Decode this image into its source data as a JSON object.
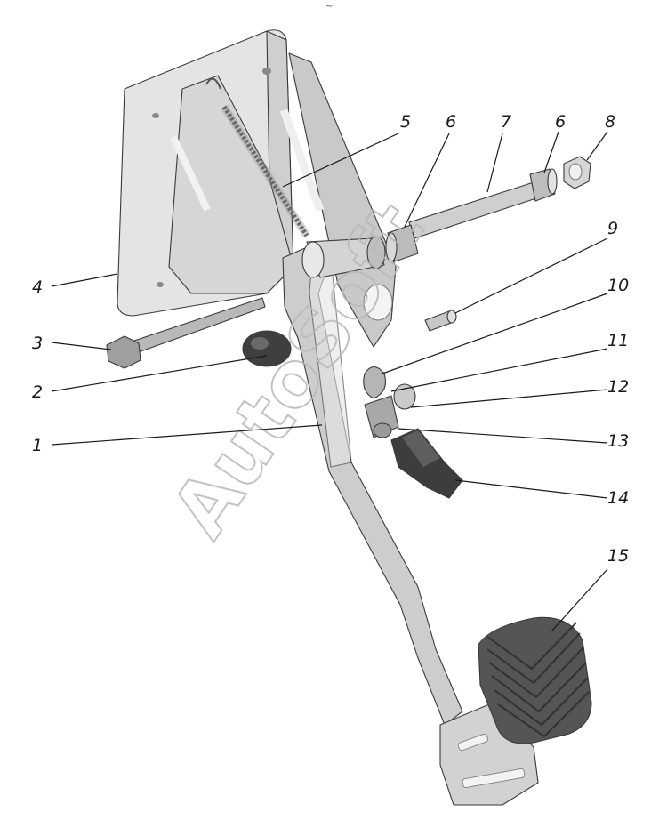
{
  "title_mark": "~",
  "watermark": "AutoSoft",
  "callouts": [
    {
      "id": "1",
      "label": "1"
    },
    {
      "id": "2",
      "label": "2"
    },
    {
      "id": "3",
      "label": "3"
    },
    {
      "id": "4",
      "label": "4"
    },
    {
      "id": "5",
      "label": "5"
    },
    {
      "id": "6a",
      "label": "6"
    },
    {
      "id": "7",
      "label": "7"
    },
    {
      "id": "6b",
      "label": "6"
    },
    {
      "id": "8",
      "label": "8"
    },
    {
      "id": "9",
      "label": "9"
    },
    {
      "id": "10",
      "label": "10"
    },
    {
      "id": "11",
      "label": "11"
    },
    {
      "id": "12",
      "label": "12"
    },
    {
      "id": "13",
      "label": "13"
    },
    {
      "id": "14",
      "label": "14"
    },
    {
      "id": "15",
      "label": "15"
    }
  ],
  "colors": {
    "part_light": "#dcdcdc",
    "part_mid": "#bdbdbd",
    "part_dark": "#8c8c8c",
    "part_black": "#3c3c3c",
    "line": "#1a1a1a",
    "watermark": "#b8b8b8"
  }
}
